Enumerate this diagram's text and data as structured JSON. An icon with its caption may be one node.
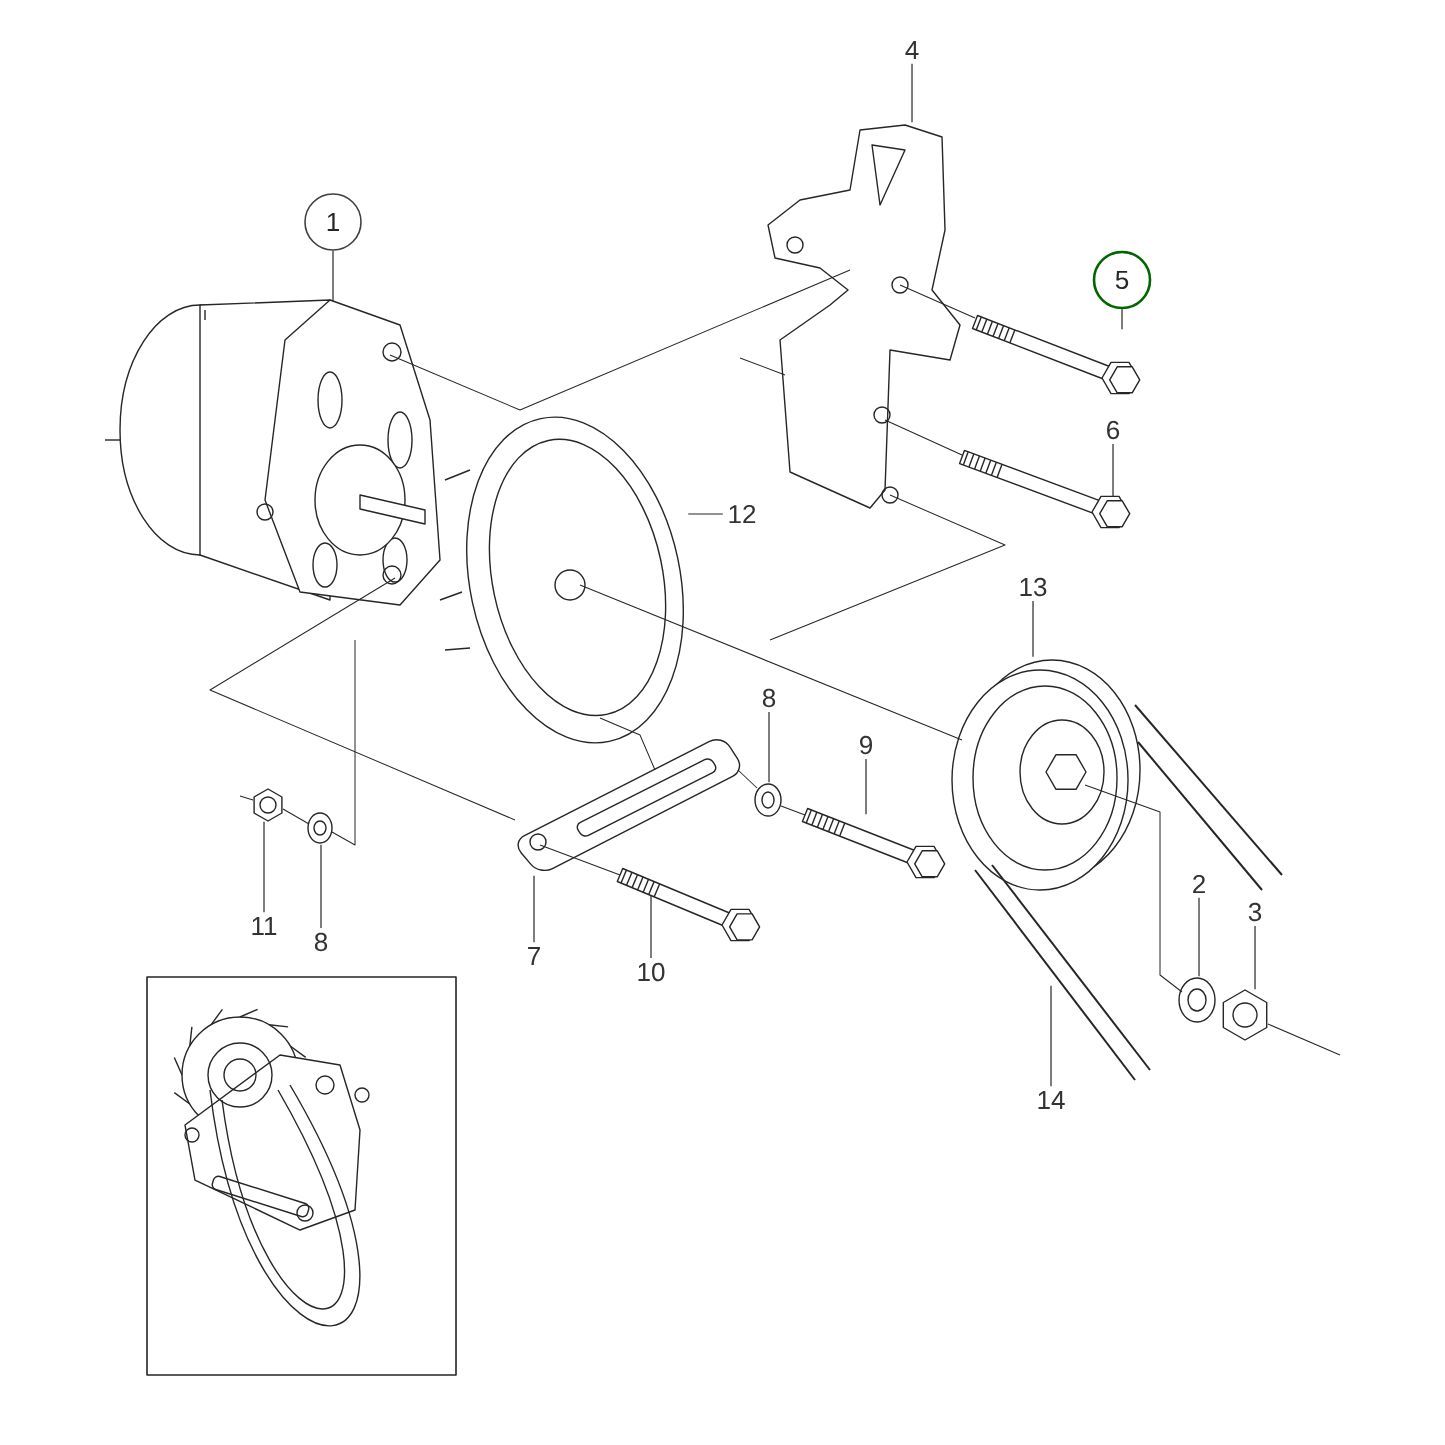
{
  "diagram": {
    "nodes": [
      {
        "text": [
          "4"
        ]
      },
      {
        "text": [
          "1"
        ]
      },
      {
        "text": [
          "5"
        ]
      },
      {
        "text": [
          "6"
        ]
      },
      {
        "text": [
          "12"
        ]
      },
      {
        "text": [
          "13"
        ]
      },
      {
        "text": [
          "8"
        ]
      },
      {
        "text": [
          "9"
        ]
      },
      {
        "text": [
          "2"
        ]
      },
      {
        "text": [
          "3"
        ]
      },
      {
        "text": [
          "11"
        ]
      },
      {
        "text": [
          "8"
        ]
      },
      {
        "text": [
          "7"
        ]
      },
      {
        "text": [
          "10"
        ]
      },
      {
        "text": [
          "14"
        ]
      },
      {
        "text": [],
        "shape": "picture"
      },
      {
        "text": [],
        "shape": "picture"
      },
      {
        "text": [],
        "shape": "picture"
      },
      {
        "text": [],
        "shape": "picture"
      },
      {
        "text": [],
        "shape": "picture"
      },
      {
        "text": [],
        "shape": "picture"
      },
      {
        "text": [],
        "shape": "picture"
      },
      {
        "text": [],
        "shape": "picture"
      },
      {
        "text": [],
        "shape": "picture"
      },
      {
        "text": [],
        "shape": "picture"
      },
      {
        "text": [],
        "shape": "picture"
      },
      {
        "text": [],
        "shape": "picture"
      },
      {
        "text": [],
        "shape": "picture"
      },
      {
        "text": [],
        "shape": "picture"
      },
      {
        "text": [],
        "shape": "picture"
      }
    ],
    "edges": [
      {
        "from": 0,
        "to": 16,
        "arrow": "none"
      },
      {
        "from": 1,
        "to": 15,
        "arrow": "none"
      },
      {
        "from": 2,
        "to": 17,
        "arrow": "none"
      },
      {
        "from": 3,
        "to": 18,
        "arrow": "none"
      },
      {
        "from": 4,
        "to": 19,
        "arrow": "none"
      },
      {
        "from": 5,
        "to": 20,
        "arrow": "none"
      },
      {
        "from": 6,
        "to": 21,
        "arrow": "none"
      },
      {
        "from": 7,
        "to": 22,
        "arrow": "none"
      },
      {
        "from": 8,
        "to": 23,
        "arrow": "none"
      },
      {
        "from": 9,
        "to": 24,
        "arrow": "none"
      },
      {
        "from": 10,
        "to": 25,
        "arrow": "none"
      },
      {
        "from": 11,
        "to": 26,
        "arrow": "none"
      },
      {
        "from": 12,
        "to": 27,
        "arrow": "none"
      },
      {
        "from": 13,
        "to": 28,
        "arrow": "none"
      },
      {
        "from": 14,
        "to": 29,
        "arrow": "none"
      },
      {
        "from": 15,
        "to": 16,
        "arrow": "none"
      },
      {
        "from": null,
        "to": 16,
        "arrow": "none"
      },
      {
        "from": 16,
        "to": 17,
        "arrow": "none"
      },
      {
        "from": 16,
        "to": 18,
        "arrow": "none"
      },
      {
        "from": 16,
        "to": null,
        "arrow": "none"
      },
      {
        "from": 15,
        "to": 27,
        "arrow": "none"
      },
      {
        "from": 19,
        "to": 20,
        "arrow": "none"
      },
      {
        "from": 15,
        "to": 26,
        "arrow": "none"
      },
      {
        "from": 19,
        "to": 27,
        "arrow": "none"
      },
      {
        "from": 20,
        "to": 23,
        "arrow": "none"
      },
      {
        "from": 24,
        "to": null,
        "arrow": "none"
      },
      {
        "from": null,
        "to": 25,
        "arrow": "none"
      },
      {
        "from": 25,
        "to": 26,
        "arrow": "none"
      },
      {
        "from": 27,
        "to": 28,
        "arrow": "none"
      },
      {
        "from": 27,
        "to": 21,
        "arrow": "none"
      },
      {
        "from": 21,
        "to": 22,
        "arrow": "none"
      }
    ]
  }
}
